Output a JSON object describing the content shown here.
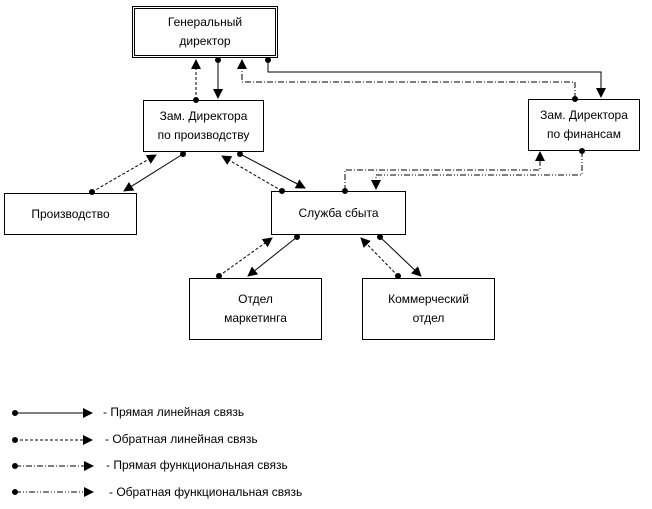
{
  "nodes": {
    "gen_director": "Генеральный\nдиректор",
    "deputy_production": "Зам. Директора\nпо производству",
    "deputy_finance": "Зам. Директора\nпо финансам",
    "production": "Производство",
    "sales_service": "Служба сбыта",
    "marketing": "Отдел\nмаркетинга",
    "commercial": "Коммерческий\nотдел"
  },
  "legend": {
    "direct_linear": "- Прямая линейная связь",
    "reverse_linear": "- Обратная линейная связь",
    "direct_functional": "- Прямая функциональная связь",
    "reverse_functional": "- Обратная функциональная связь"
  }
}
